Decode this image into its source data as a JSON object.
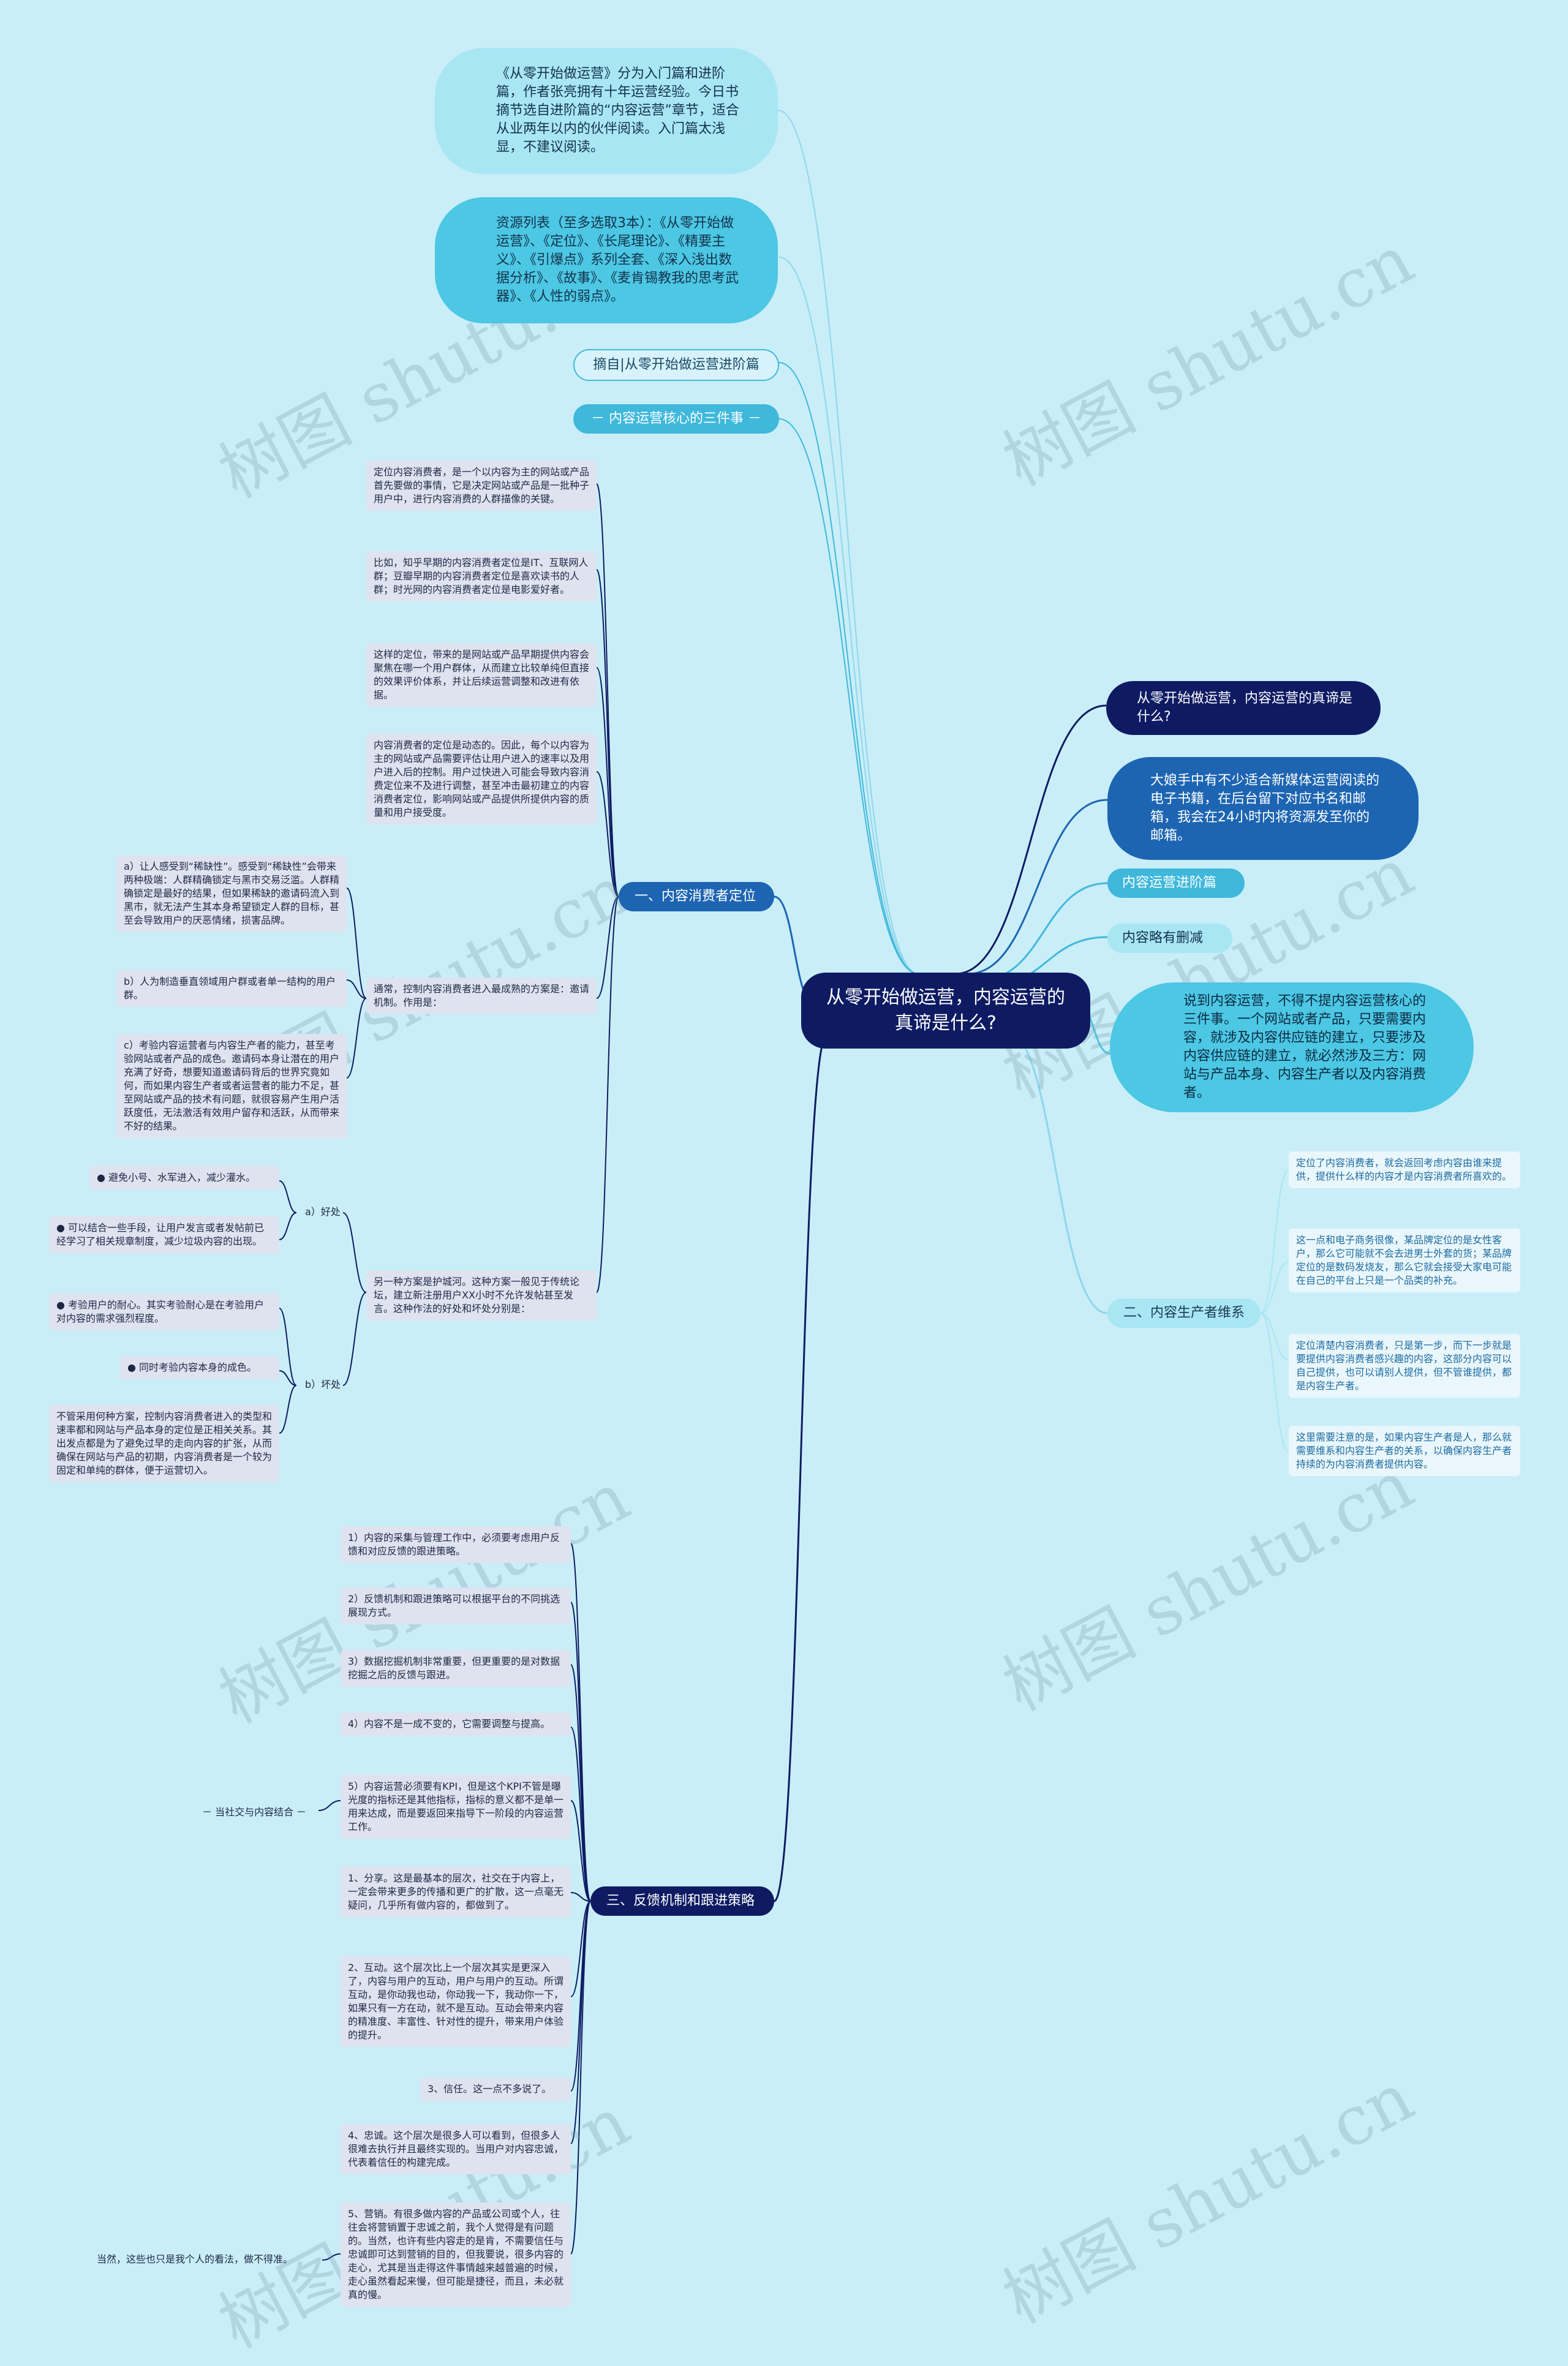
{
  "root": "从零开始做运营，内容运营的真谛是什么?",
  "intro": [
    "《从零开始做运营》分为入门篇和进阶篇，作者张亮拥有十年运营经验。今日书摘节选自进阶篇的“内容运营”章节，适合从业两年以内的伙伴阅读。入门篇太浅显，不建议阅读。",
    "资源列表（至多选取3本）：《从零开始做运营》、《定位》、《长尾理论》、《精要主义》、《引爆点》系列全套、《深入浅出数据分析》、《故事》、《麦肯锡教我的思考武器》、《人性的弱点》。",
    "摘自|从零开始做运营进阶篇",
    "－ 内容运营核心的三件事 －"
  ],
  "right": [
    "从零开始做运营，内容运营的真谛是什么?",
    "大娘手中有不少适合新媒体运营阅读的电子书籍，在后台留下对应书名和邮箱，我会在24小时内将资源发至你的邮箱。",
    "内容运营进阶篇",
    "内容略有删减",
    "说到内容运营，不得不提内容运营核心的三件事。一个网站或者产品，只要需要内容，就涉及内容供应链的建立，只要涉及内容供应链的建立，就必然涉及三方：网站与产品本身、内容生产者以及内容消费者。"
  ],
  "sec1": {
    "label": "一、内容消费者定位",
    "items": [
      "定位内容消费者，是一个以内容为主的网站或产品首先要做的事情，它是决定网站或产品是一批种子用户中，进行内容消费的人群描像的关键。",
      "比如，知乎早期的内容消费者定位是IT、互联网人群；豆瓣早期的内容消费者定位是喜欢读书的人群；时光网的内容消费者定位是电影爱好者。",
      "这样的定位，带来的是网站或产品早期提供内容会聚焦在哪一个用户群体，从而建立比较单纯但直接的效果评价体系，并让后续运营调整和改进有依据。",
      "内容消费者的定位是动态的。因此，每个以内容为主的网站或产品需要评估让用户进入的速率以及用户进入后的控制。用户过快进入可能会导致内容消费定位来不及进行调整，甚至冲击最初建立的内容消费者定位，影响网站或产品提供所提供内容的质量和用户接受度。",
      "通常，控制内容消费者进入最成熟的方案是：邀请机制。作用是：",
      "另一种方案是护城河。这种方案一般见于传统论坛，建立新注册用户XX小时不允许发帖甚至发言。这种作法的好处和坏处分别是："
    ],
    "invite": [
      "a）让人感受到“稀缺性”。感受到“稀缺性”会带来两种极端：人群精确锁定与黑市交易泛滥。人群精确锁定是最好的结果，但如果稀缺的邀请码流入到黑市，就无法产生其本身希望锁定人群的目标，甚至会导致用户的厌恶情绪，损害品牌。",
      "b）人为制造垂直领域用户群或者单一结构的用户群。",
      "c）考验内容运营者与内容生产者的能力，甚至考验网站或者产品的成色。邀请码本身让潜在的用户充满了好奇，想要知道邀请码背后的世界究竟如何，而如果内容生产者或者运营者的能力不足，甚至网站或产品的技术有问题，就很容易产生用户活跃度低，无法激活有效用户留存和活跃，从而带来不好的结果。"
    ],
    "moat_pro_label": "a）好处",
    "moat_con_label": "b）坏处",
    "moat_pros": [
      "避免小号、水军进入，减少灌水。",
      "可以结合一些手段，让用户发言或者发帖前已经学习了相关规章制度，减少垃圾内容的出现。"
    ],
    "moat_cons": [
      "考验用户的耐心。其实考验耐心是在考验用户对内容的需求强烈程度。",
      "同时考验内容本身的成色。"
    ],
    "moat_note": "不管采用何种方案，控制内容消费者进入的类型和速率都和网站与产品本身的定位是正相关关系。其出发点都是为了避免过早的走向内容的扩张，从而确保在网站与产品的初期，内容消费者是一个较为固定和单纯的群体，便于运营切入。"
  },
  "sec2": {
    "label": "二、内容生产者维系",
    "items": [
      "定位了内容消费者，就会返回考虑内容由谁来提供，提供什么样的内容才是内容消费者所喜欢的。",
      "这一点和电子商务很像，某品牌定位的是女性客户，那么它可能就不会去进男士外套的货；某品牌定位的是数码发烧友，那么它就会接受大家电可能在自己的平台上只是一个品类的补充。",
      "定位清楚内容消费者，只是第一步，而下一步就是要提供内容消费者感兴趣的内容，这部分内容可以自己提供，也可以请别人提供，但不管谁提供，都是内容生产者。",
      "这里需要注意的是，如果内容生产者是人，那么就需要维系和内容生产者的关系，以确保内容生产者持续的为内容消费者提供内容。"
    ]
  },
  "sec3": {
    "label": "三、反馈机制和跟进策略",
    "items": [
      "1）内容的采集与管理工作中，必须要考虑用户反馈和对应反馈的跟进策略。",
      "2）反馈机制和跟进策略可以根据平台的不同挑选展现方式。",
      "3）数据挖掘机制非常重要，但更重要的是对数据挖掘之后的反馈与跟进。",
      "4）内容不是一成不变的，它需要调整与提高。",
      "5）内容运营必须要有KPI，但是这个KPI不管是曝光度的指标还是其他指标，指标的意义都不是单一用来达成，而是要返回来指导下一阶段的内容运营工作。",
      "1、分享。这是最基本的层次，社交在于内容上，一定会带来更多的传播和更广的扩散，这一点毫无疑问，几乎所有做内容的，都做到了。",
      "2、互动。这个层次比上一个层次其实是更深入了，内容与用户的互动，用户与用户的互动。所谓互动，是你动我也动，你动我一下，我动你一下，如果只有一方在动，就不是互动。互动会带来内容的精准度、丰富性、针对性的提升，带来用户体验的提升。",
      "3、信任。这一点不多说了。",
      "4、忠诚。这个层次是很多人可以看到，但很多人很难去执行并且最终实现的。当用户对内容忠诚，代表着信任的构建完成。",
      "5、营销。有很多做内容的产品或公司或个人，往往会将营销置于忠诚之前，我个人觉得是有问题的。当然，也许有些内容走的是肯，不需要信任与忠诚即可达到营销的目的，但我要说，很多内容的走心，尤其是当走得这件事情越来越普遍的时候，走心虽然看起来慢，但可能是捷径，而且，未必就真的慢。"
    ],
    "social": "－ 当社交与内容结合 －",
    "note": "当然，这些也只是我个人的看法，做不得准。"
  },
  "watermark": "树图 shutu.cn"
}
